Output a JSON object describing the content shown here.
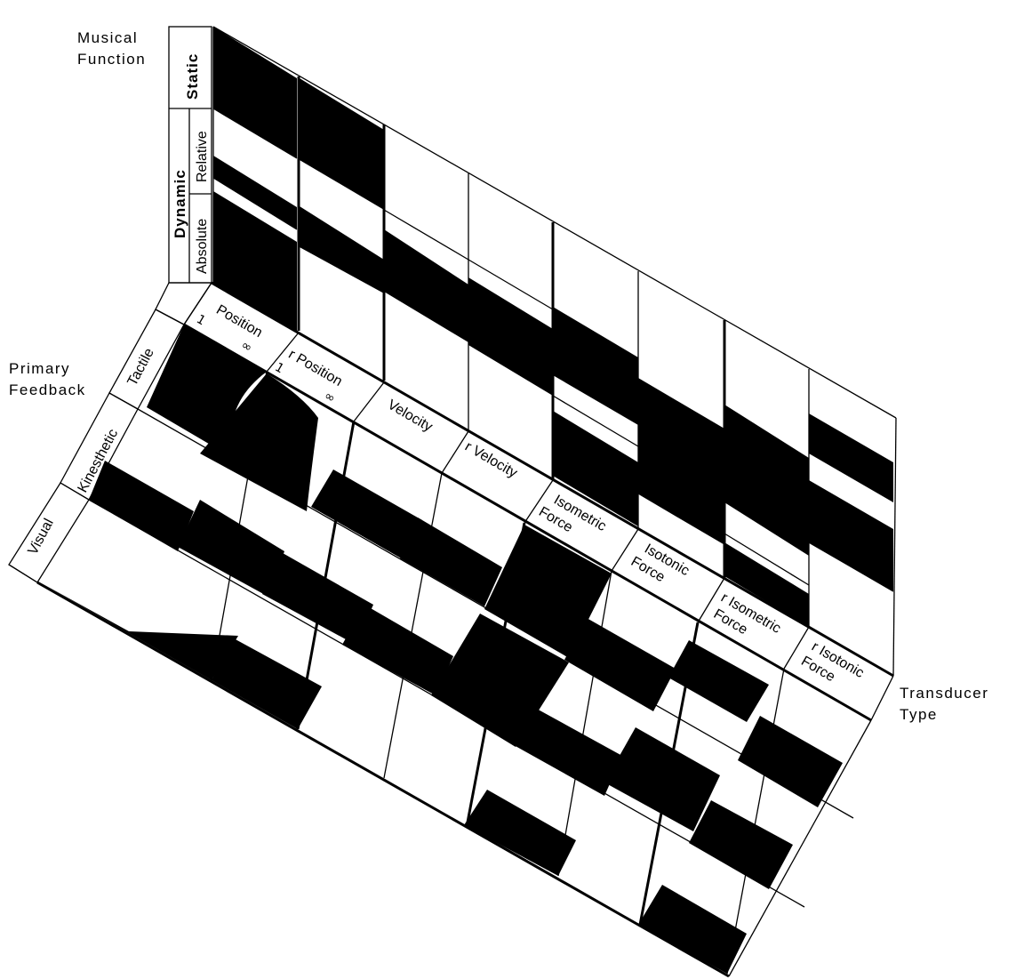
{
  "labels": {
    "musical_function": [
      "Musical",
      "Function"
    ],
    "primary_feedback": [
      "Primary",
      "Feedback"
    ],
    "transducer_type": [
      "Transducer",
      "Type"
    ]
  },
  "function_headers": {
    "static": "Static",
    "dynamic": "Dynamic",
    "relative": "Relative",
    "absolute": "Absolute"
  },
  "feedback_headers": [
    "Tactile",
    "Kinesthetic",
    "Visual"
  ],
  "transducer_headers": [
    {
      "lines": [
        "Position"
      ],
      "ends": [
        "1",
        "∞"
      ]
    },
    {
      "lines": [
        "r Position"
      ],
      "ends": [
        "1",
        "∞"
      ]
    },
    {
      "lines": [
        "Velocity"
      ]
    },
    {
      "lines": [
        "r Velocity"
      ]
    },
    {
      "lines": [
        "Isometric",
        "Force"
      ]
    },
    {
      "lines": [
        "Isotonic",
        "Force"
      ]
    },
    {
      "lines": [
        "r Isometric",
        "Force"
      ]
    },
    {
      "lines": [
        "r Isotonic",
        "Force"
      ]
    }
  ],
  "colors": {
    "ink": "#000000",
    "paper": "#ffffff"
  }
}
